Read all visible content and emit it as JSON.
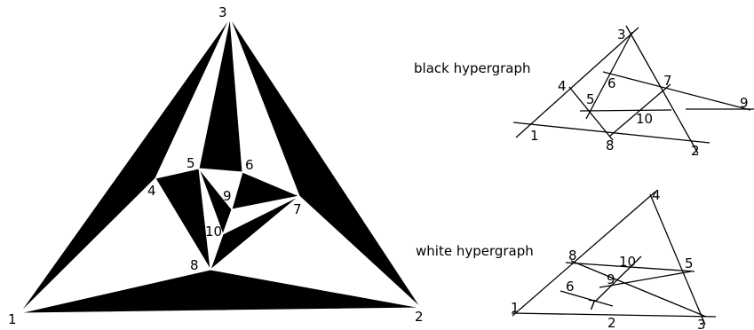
{
  "colors": {
    "face": "#000000",
    "background": "#ffffff",
    "line": "#000000"
  },
  "main_diagram": {
    "labels": [
      "1",
      "2",
      "3",
      "4",
      "5",
      "6",
      "7",
      "8",
      "9",
      "10"
    ]
  },
  "black_hypergraph": {
    "caption": "black hypergraph",
    "labels": [
      "1",
      "2",
      "3",
      "4",
      "5",
      "6",
      "7",
      "8",
      "9",
      "10"
    ]
  },
  "white_hypergraph": {
    "caption": "white hypergraph",
    "labels": [
      "1",
      "2",
      "3",
      "4",
      "5",
      "6",
      "7",
      "8",
      "9",
      "10"
    ]
  }
}
